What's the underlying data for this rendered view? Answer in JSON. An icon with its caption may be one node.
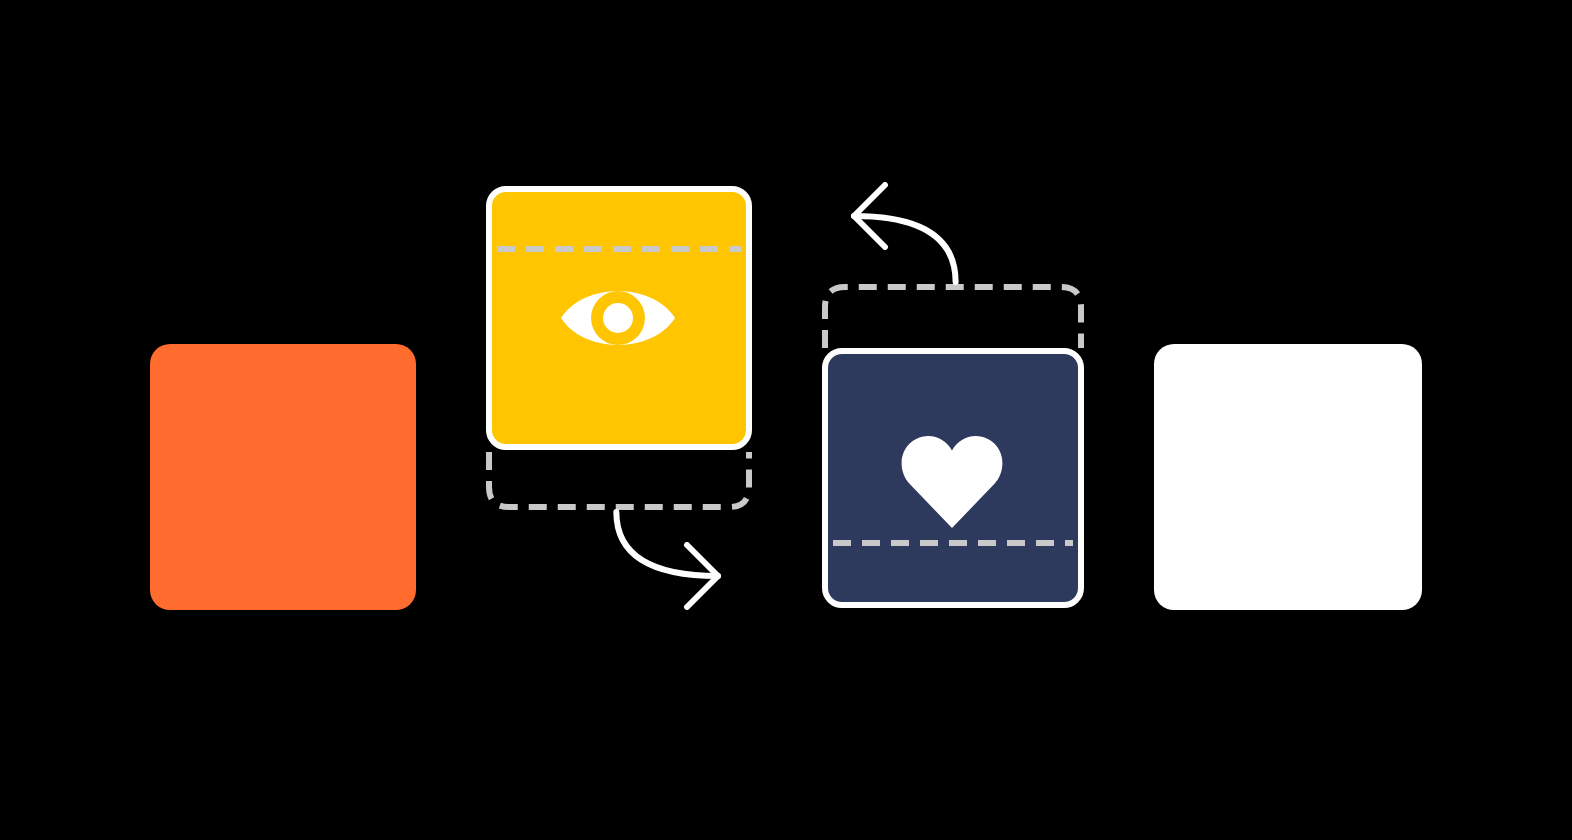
{
  "diagram": {
    "nodes": [
      {
        "text": [],
        "shape": "box"
      },
      {
        "text": [],
        "shape": "box"
      },
      {
        "text": [],
        "shape": "box"
      },
      {
        "text": [],
        "shape": "box"
      },
      {
        "text": [],
        "shape": "box"
      },
      {
        "text": [],
        "shape": "box"
      }
    ],
    "edges": [
      {
        "from": 2,
        "to": null,
        "arrow": "to"
      },
      {
        "from": 3,
        "to": null,
        "arrow": "to"
      }
    ]
  }
}
